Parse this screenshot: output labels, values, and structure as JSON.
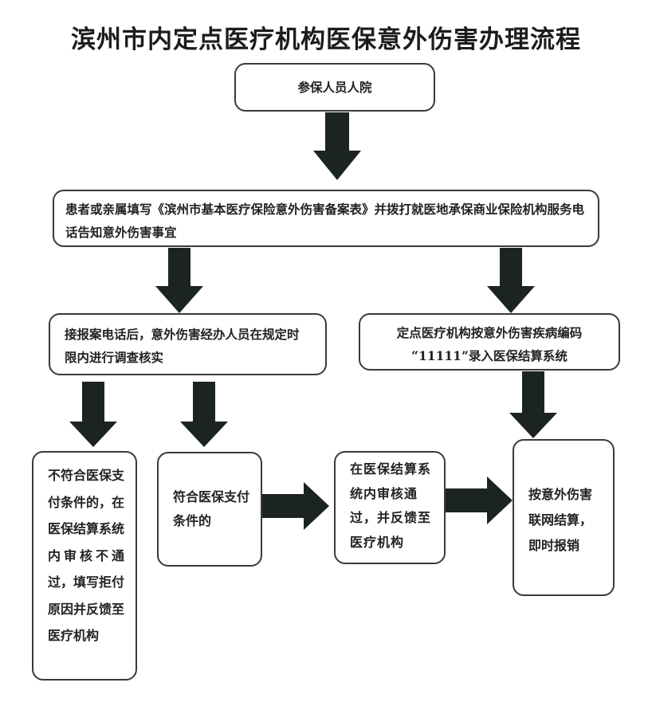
{
  "title": "滨州市内定点医疗机构医保意外伤害办理流程",
  "colors": {
    "arrow": "#1b2420",
    "border": "#3a3a3a",
    "text": "#222222"
  },
  "steps": {
    "admission": "参保人员人院",
    "report": "患者或亲属填写《滨州市基本医疗保险意外伤害备案表》并拨打就医地承保商业保险机构服务电话告知意外伤害事宜",
    "investigate": "接报案电话后，意外伤害经办人员在规定时限内进行调查核实",
    "record": {
      "line1": "定点医疗机构按意外伤害疾病编码",
      "line2": "“11111”录入医保结算系统"
    },
    "reject": "不符合医保支付条件的，在医保结算系统内审核不通过，填写拒付原因并反馈至医疗机构",
    "eligible": "符合医保支付条件的",
    "approved": "在医保结算系统内审核通过，并反馈至医疗机构",
    "settle": "按意外伤害联网结算，即时报销"
  }
}
